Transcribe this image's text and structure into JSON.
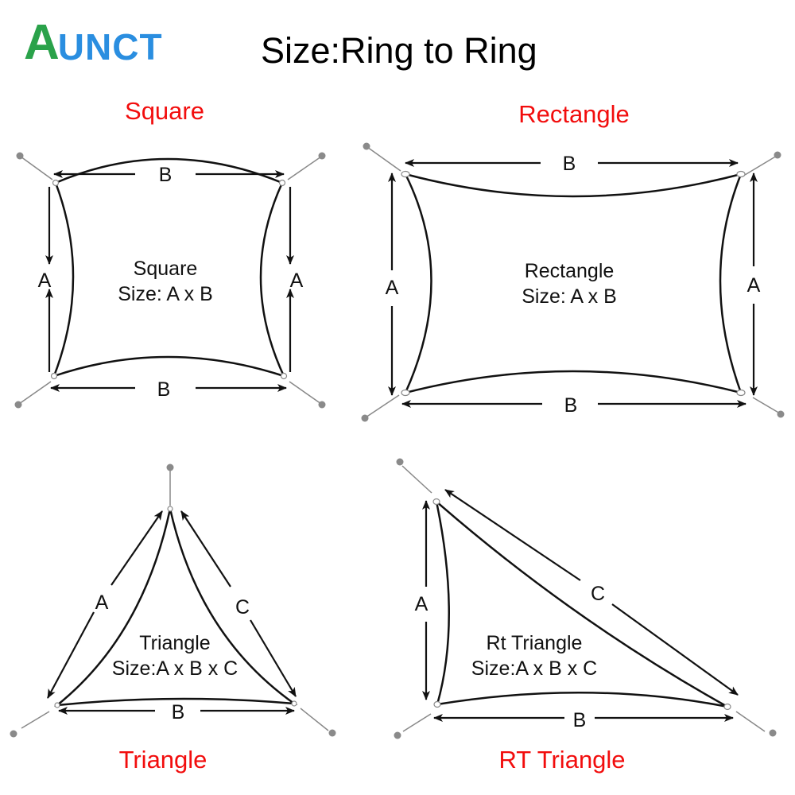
{
  "header": {
    "logo": {
      "first_letter": "A",
      "rest": "UNCT",
      "first_color": "#2a8ee0",
      "accent_color": "#2aa24a",
      "blue_color": "#2a8ee0"
    },
    "title": "Size:Ring to Ring"
  },
  "colors": {
    "label_red": "#f20d0d",
    "line": "#111111",
    "guy_wire": "#888888",
    "anchor": "#8a8a8a"
  },
  "shapes": {
    "square": {
      "title": "Square",
      "name": "Square",
      "size": "Size: A x B",
      "dims": {
        "top": "B",
        "bottom": "B",
        "left": "A",
        "right": "A"
      }
    },
    "rectangle": {
      "title": "Rectangle",
      "name": "Rectangle",
      "size": "Size: A x B",
      "dims": {
        "top": "B",
        "bottom": "B",
        "left": "A",
        "right": "A"
      }
    },
    "triangle": {
      "title": "Triangle",
      "name": "Triangle",
      "size": "Size:A x B x C",
      "dims": {
        "left": "A",
        "bottom": "B",
        "right": "C"
      }
    },
    "rt_triangle": {
      "title": "RT Triangle",
      "name": "Rt Triangle",
      "size": "Size:A x B x C",
      "dims": {
        "left": "A",
        "bottom": "B",
        "hypotenuse": "C"
      }
    }
  }
}
